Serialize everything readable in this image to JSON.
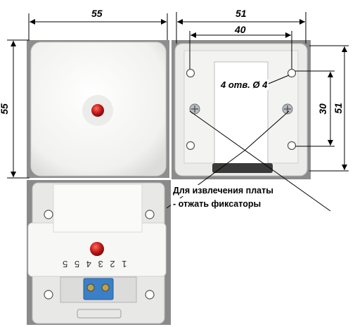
{
  "dimensions": {
    "front_width": "55",
    "front_height": "55",
    "base_width": "51",
    "hole_spacing_horizontal": "40",
    "hole_spacing_vertical": "30",
    "base_height": "51"
  },
  "annotations": {
    "holes": "4 отв. Ø 4",
    "removal_line1": "Для извлечения платы",
    "removal_line2": "- отжать фиксаторы"
  },
  "board": {
    "terminal_marks": "1 2 3 4 5 5",
    "led_color": "#c0181a"
  },
  "colors": {
    "photo_background": "#8c8c8c",
    "housing": "#f2f2f0",
    "base_plate": "#e8e8e6",
    "terminal_block": "#3a7fc8"
  }
}
